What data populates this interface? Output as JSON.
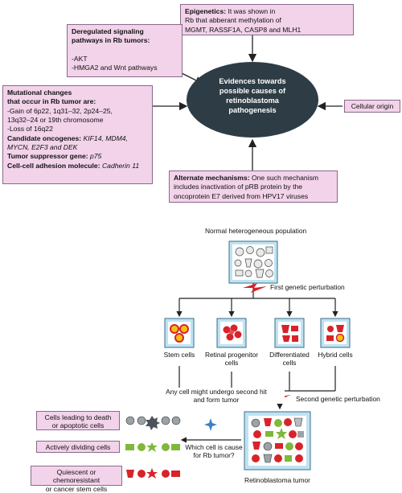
{
  "epigenetics": {
    "title": "Epigenetics:",
    "text1": " It was shown in",
    "line2": "Rb that abberant methylation of",
    "line3": "MGMT, RASSF1A, CASP8 and MLH1"
  },
  "deregulated": {
    "title1": "Deregulated signaling",
    "title2": "pathways in Rb tumors:",
    "item1": "-AKT",
    "item2": "-HMGA2 and Wnt pathways"
  },
  "center": {
    "line1": "Evidences towards",
    "line2": "possible causes of",
    "line3": "retinoblastoma",
    "line4": "pathogenesis"
  },
  "mutational": {
    "title1": "Mutational changes",
    "title2": "that occur in Rb tumor are:",
    "item1": "-Gain of 6p22, 1q31–32, 2p24–25,",
    "item2": "13q32–24 or 19th chromosome",
    "item3": "-Loss of 16q22",
    "oncogenes_label": "Candidate oncogenes:",
    "oncogenes_1": " KIF14, MDM4,",
    "oncogenes_2": "MYCN, E2F3 and DEK",
    "suppressor_label": "Tumor suppressor gene:",
    "suppressor_value": " p75",
    "adhesion_label": "Cell-cell adhesion molecule:",
    "adhesion_value": " Cadherin 11"
  },
  "cellular_origin": "Cellular origin",
  "alternate": {
    "title": "Alternate mechanisms:",
    "text1": " One such mechanism",
    "line2": "includes inactivation of pRB protein by the",
    "line3": "oncoprotein E7 derived from HPV17 viruses"
  },
  "flow": {
    "normal_population": "Normal heterogeneous population",
    "first_perturbation": "First genetic perturbation",
    "stem_cells": "Stem cells",
    "retinal_progenitor_1": "Retinal progenitor",
    "retinal_progenitor_2": "cells",
    "differentiated_1": "Differentiated",
    "differentiated_2": "cells",
    "hybrid_cells": "Hybrid cells",
    "second_hit_1": "Any cell might undergo second hit",
    "second_hit_2": "and form tumor",
    "second_perturbation": "Second genetic perturbation",
    "which_cell_1": "Which cell is cause",
    "which_cell_2": "for Rb tumor?",
    "retinoblastoma_tumor": "Retinoblastoma tumor"
  },
  "outcomes": {
    "death_1": "Cells leading to death",
    "death_2": "or apoptotic cells",
    "dividing": "Actively dividing cells",
    "quiescent_1": "Quiescent or chemoresistant",
    "quiescent_2": "or cancer stem cells"
  },
  "colors": {
    "box_fill": "#f2d3ea",
    "ellipse": "#2e3d45",
    "cell_blue": "#bfe3f2",
    "red": "#d8232a",
    "green": "#7fb83a",
    "yellow": "#f4c20d"
  }
}
